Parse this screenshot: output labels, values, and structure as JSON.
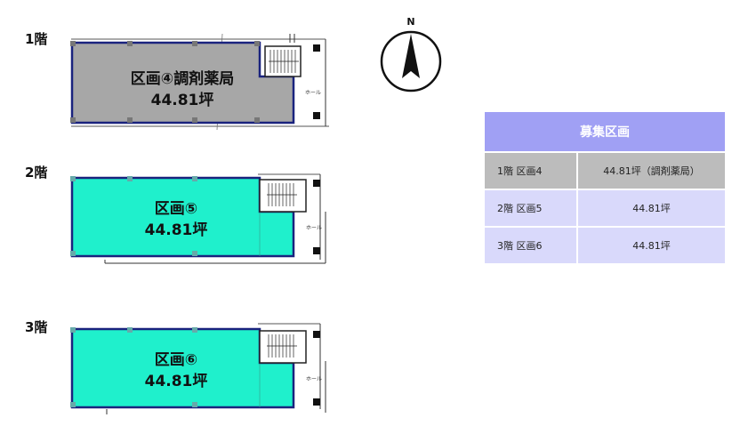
{
  "compass": {
    "letter": "N"
  },
  "floors": [
    {
      "label": "1階",
      "unit_name": "区画④調剤薬局",
      "area": "44.81坪",
      "hall": "ホール",
      "fill": "#a7a7a7"
    },
    {
      "label": "2階",
      "unit_name": "区画⑤",
      "area": "44.81坪",
      "hall": "ホール",
      "fill": "#1ff0cc"
    },
    {
      "label": "3階",
      "unit_name": "区画⑥",
      "area": "44.81坪",
      "hall": "ホール",
      "fill": "#1ff0cc"
    }
  ],
  "table": {
    "header": "募集区画",
    "rows": [
      {
        "unit": "1階 区画4",
        "area": "44.81坪（調剤薬局）",
        "color": "#bcbcbc"
      },
      {
        "unit": "2階 区画5",
        "area": "44.81坪",
        "color": "#d9d9fb"
      },
      {
        "unit": "3階 区画6",
        "area": "44.81坪",
        "color": "#d9d9fb"
      }
    ]
  }
}
